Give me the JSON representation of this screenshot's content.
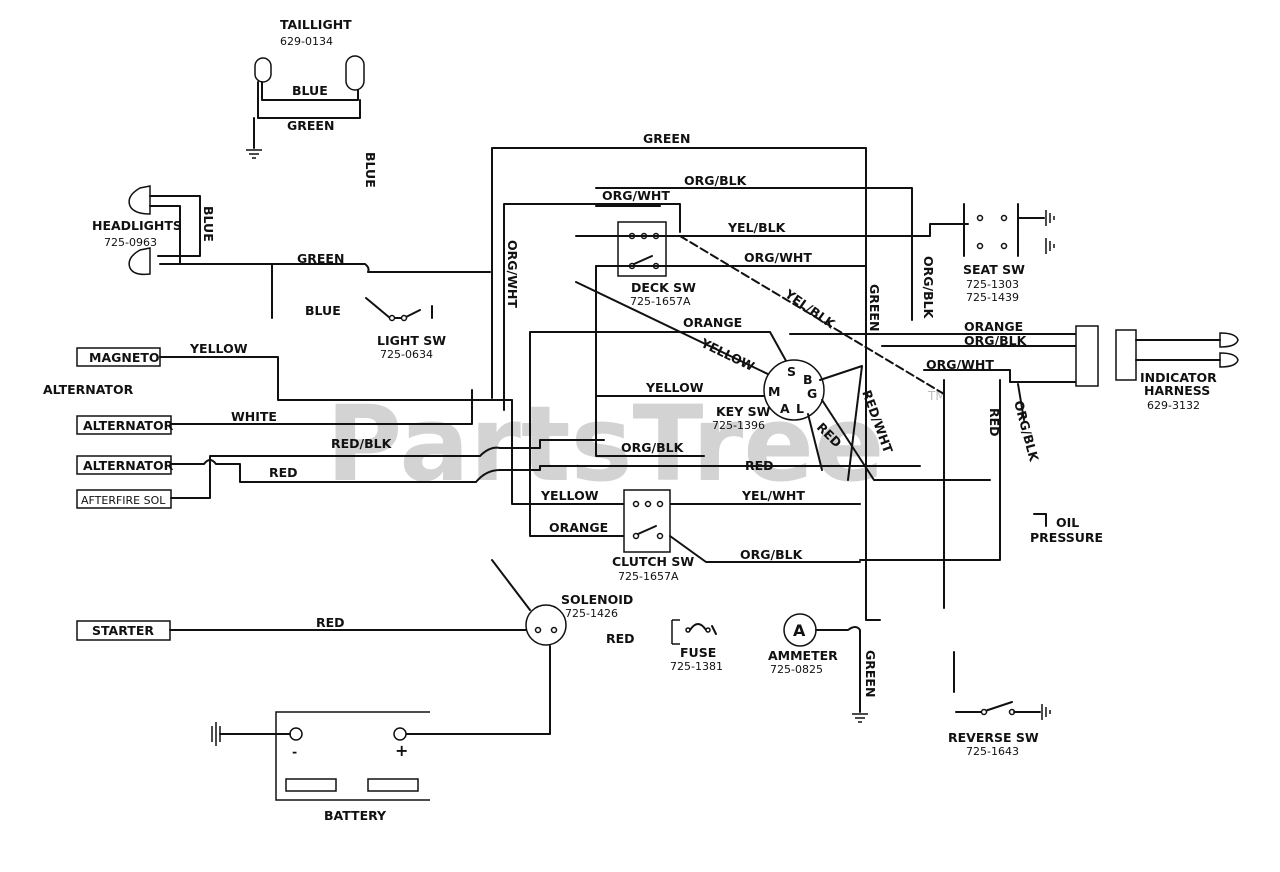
{
  "watermark": "PartsTree",
  "watermark_tm": "TM",
  "components": {
    "taillight": {
      "name": "TAILLIGHT",
      "part": "629-0134"
    },
    "headlights": {
      "name": "HEADLIGHTS",
      "part": "725-0963"
    },
    "light_sw": {
      "name": "LIGHT SW",
      "part": "725-0634"
    },
    "deck_sw": {
      "name": "DECK SW",
      "part": "725-1657A"
    },
    "seat_sw": {
      "name": "SEAT SW",
      "part1": "725-1303",
      "part2": "725-1439"
    },
    "indicator_harness": {
      "name1": "INDICATOR",
      "name2": "HARNESS",
      "part": "629-3132"
    },
    "key_sw": {
      "name": "KEY SW",
      "part": "725-1396",
      "terminals": [
        "S",
        "B",
        "M",
        "G",
        "A",
        "L"
      ]
    },
    "clutch_sw": {
      "name": "CLUTCH SW",
      "part": "725-1657A"
    },
    "solenoid": {
      "name": "SOLENOID",
      "part": "725-1426"
    },
    "fuse": {
      "name": "FUSE",
      "part": "725-1381"
    },
    "ammeter": {
      "name": "AMMETER",
      "part": "725-0825",
      "symbol": "A"
    },
    "reverse_sw": {
      "name": "REVERSE SW",
      "part": "725-1643"
    },
    "oil_pressure": {
      "name1": "OIL",
      "name2": "PRESSURE"
    },
    "battery": {
      "name": "BATTERY",
      "neg": "-",
      "pos": "+"
    },
    "alternator_heading": "ALTERNATOR"
  },
  "boxes": {
    "magneto": "MAGNETO",
    "alternator1": "ALTERNATOR",
    "alternator2": "ALTERNATOR",
    "afterfire": "AFTERFIRE SOL",
    "starter": "STARTER"
  },
  "wire_labels": {
    "taillight_blue": "BLUE",
    "taillight_green": "GREEN",
    "blue_vertical": "BLUE",
    "headlight_blue": "BLUE",
    "headlight_green": "GREEN",
    "light_blue": "BLUE",
    "top_green": "GREEN",
    "org_blk_top": "ORG/BLK",
    "org_wht_top": "ORG/WHT",
    "org_wht_vert": "ORG/WHT",
    "yel_blk_deck": "YEL/BLK",
    "org_wht_deck": "ORG/WHT",
    "yel_blk_diag": "YEL/BLK",
    "green_vert": "GREEN",
    "org_blk_vert": "ORG/BLK",
    "orange_mid": "ORANGE",
    "orange_right": "ORANGE",
    "org_blk_right": "ORG/BLK",
    "org_wht_right": "ORG/WHT",
    "magneto_yellow": "YELLOW",
    "yellow_diag": "YELLOW",
    "yellow_key": "YELLOW",
    "alt_white": "WHITE",
    "red_blk": "RED/BLK",
    "org_blk_mid": "ORG/BLK",
    "red_mid": "RED",
    "red_alt": "RED",
    "red_wht": "RED/WHT",
    "red_key": "RED",
    "red_vert": "RED",
    "org_blk_vert2": "ORG/BLK",
    "yellow_clutch": "YELLOW",
    "yel_wht_clutch": "YEL/WHT",
    "orange_clutch": "ORANGE",
    "org_blk_bottom": "ORG/BLK",
    "red_starter": "RED",
    "red_solenoid": "RED",
    "green_ground": "GREEN"
  }
}
